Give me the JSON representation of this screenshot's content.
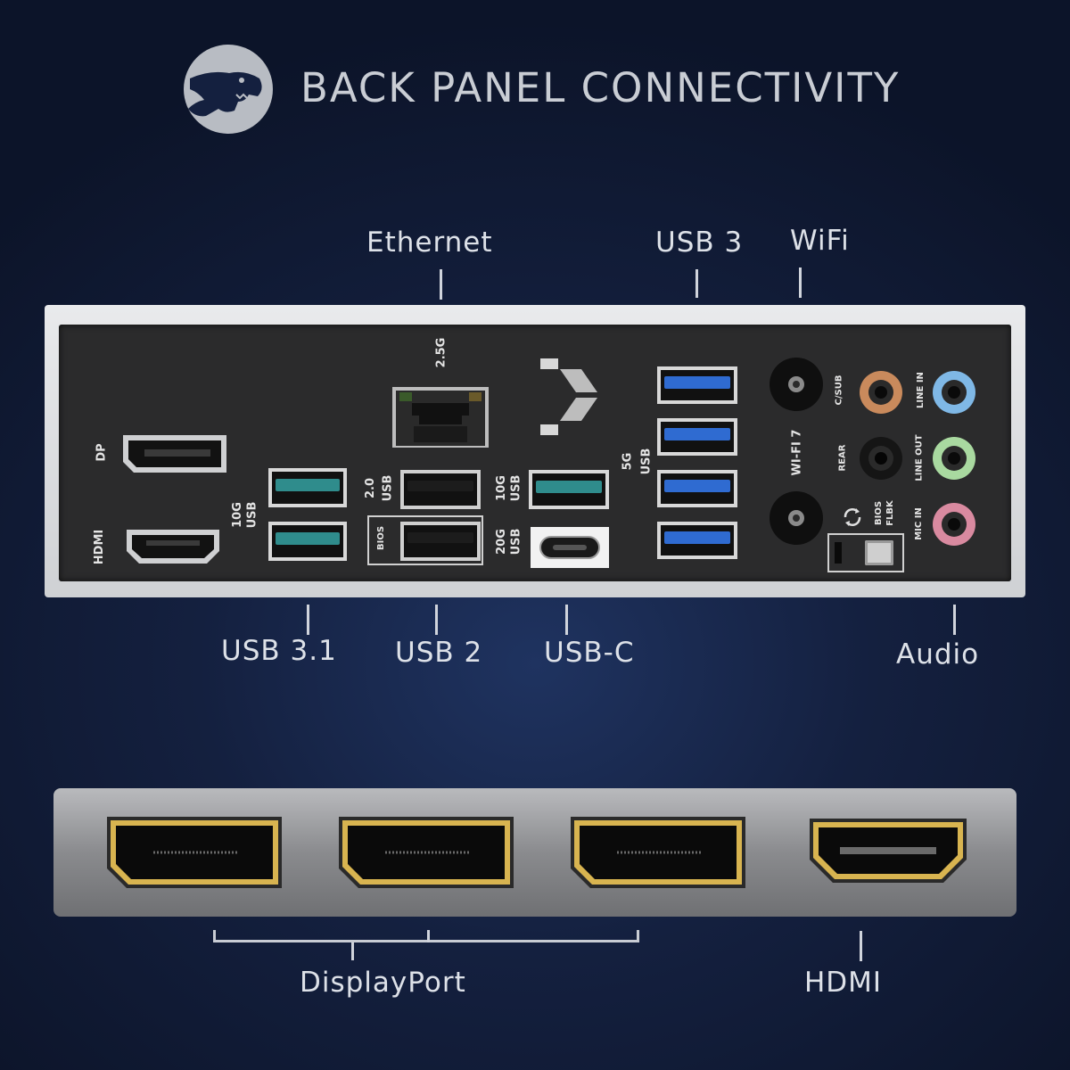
{
  "header": {
    "title": "BACK PANEL CONNECTIVITY",
    "logo_icon": "dinosaur-logo-icon"
  },
  "callouts": {
    "ethernet": "Ethernet",
    "usb3": "USB 3",
    "wifi": "WiFi",
    "usb31": "USB 3.1",
    "usb2": "USB 2",
    "usbc": "USB-C",
    "audio": "Audio",
    "displayport": "DisplayPort",
    "hdmi": "HDMI"
  },
  "silkscreen": {
    "dp": "DP",
    "hdmi": "HDMI",
    "usb10g_left_a": "10G",
    "usb10g_left_b": "USB",
    "lan_speed": "2.5G",
    "usb20_a": "2.0",
    "usb20_b": "USB",
    "bios": "BIOS",
    "usb10g_mid_a": "10G",
    "usb10g_mid_b": "USB",
    "usb20g_a": "20G",
    "usb20g_b": "USB",
    "usb5g_a": "5G",
    "usb5g_b": "USB",
    "wifi7": "WI-FI 7",
    "csub": "C/SUB",
    "rear": "REAR",
    "line_in": "LINE IN",
    "line_out": "LINE OUT",
    "mic_in": "MIC IN",
    "bios_flbk_a": "BIOS",
    "bios_flbk_b": "FLBK"
  },
  "colors": {
    "audio_csub": "#c98a5c",
    "audio_line_in": "#7fb8e6",
    "audio_line_out": "#a9d9a0",
    "audio_mic_in": "#d98aa0",
    "usb3_blue": "#2f6bd1",
    "usb_teal": "#2f8c8c",
    "connector_gold": "#d8b450"
  }
}
